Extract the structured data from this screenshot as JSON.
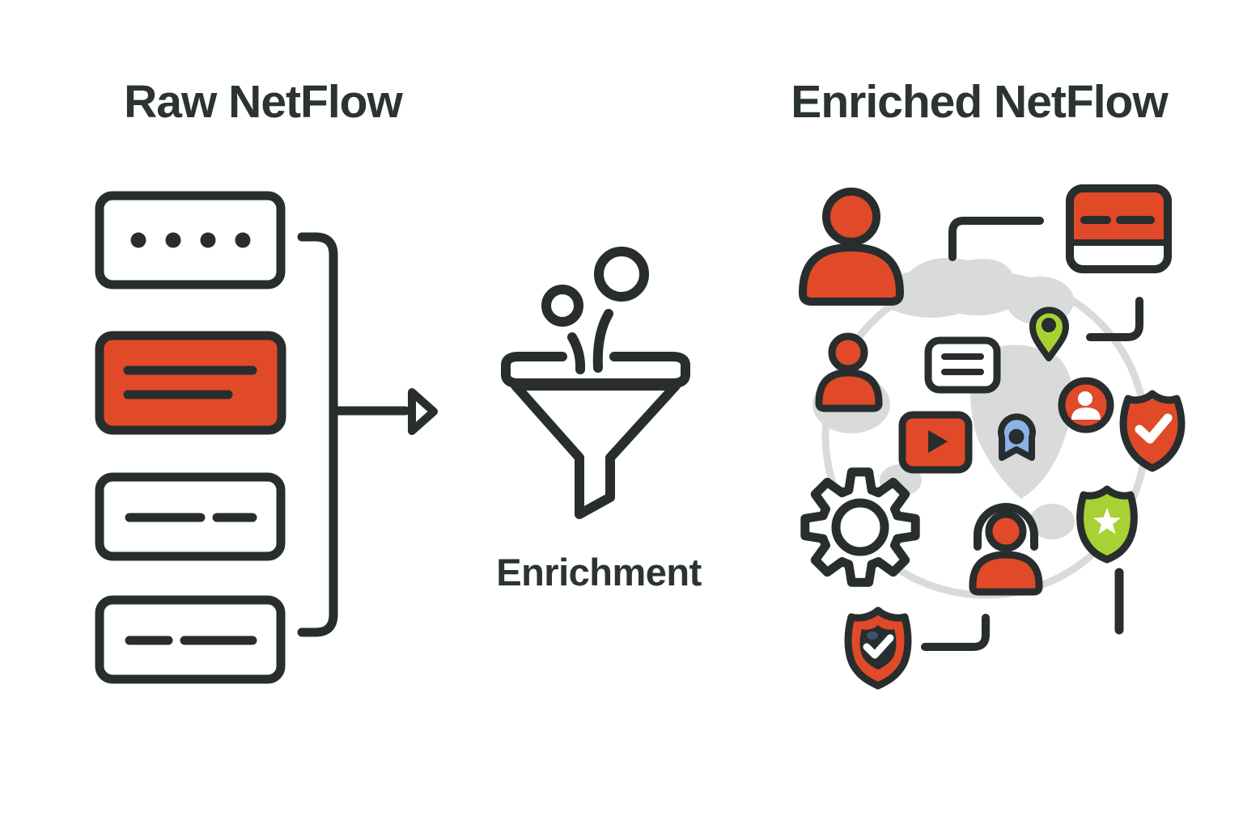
{
  "titles": {
    "raw": "Raw NetFlow",
    "enriched": "Enriched NetFlow"
  },
  "labels": {
    "funnel": "Enrichment"
  },
  "colors": {
    "ink": "#282d2e",
    "red": "#e04a28",
    "green": "#a8d133",
    "blue": "#8cb1e4",
    "globe": "#d9dbdb",
    "text": "#2c3333",
    "bg": "#ffffff"
  },
  "left_stack": {
    "records": [
      {
        "name": "flow-record-dots",
        "glyph": "four-dots",
        "highlighted": false
      },
      {
        "name": "flow-record-highlighted",
        "glyph": "two-lines",
        "highlighted": true
      },
      {
        "name": "flow-record-dashes-1",
        "glyph": "long-short-dash",
        "highlighted": false
      },
      {
        "name": "flow-record-dashes-2",
        "glyph": "short-long-dash",
        "highlighted": false
      }
    ]
  },
  "right_cluster": {
    "icons": [
      "globe-icon",
      "user-large-icon",
      "user-small-icon",
      "credit-card-icon",
      "location-pin-icon",
      "contact-badge-icon",
      "shield-check-icon",
      "note-card-icon",
      "video-play-icon",
      "award-badge-icon",
      "gear-icon",
      "support-agent-icon",
      "shield-star-icon",
      "shield-verified-icon"
    ]
  }
}
